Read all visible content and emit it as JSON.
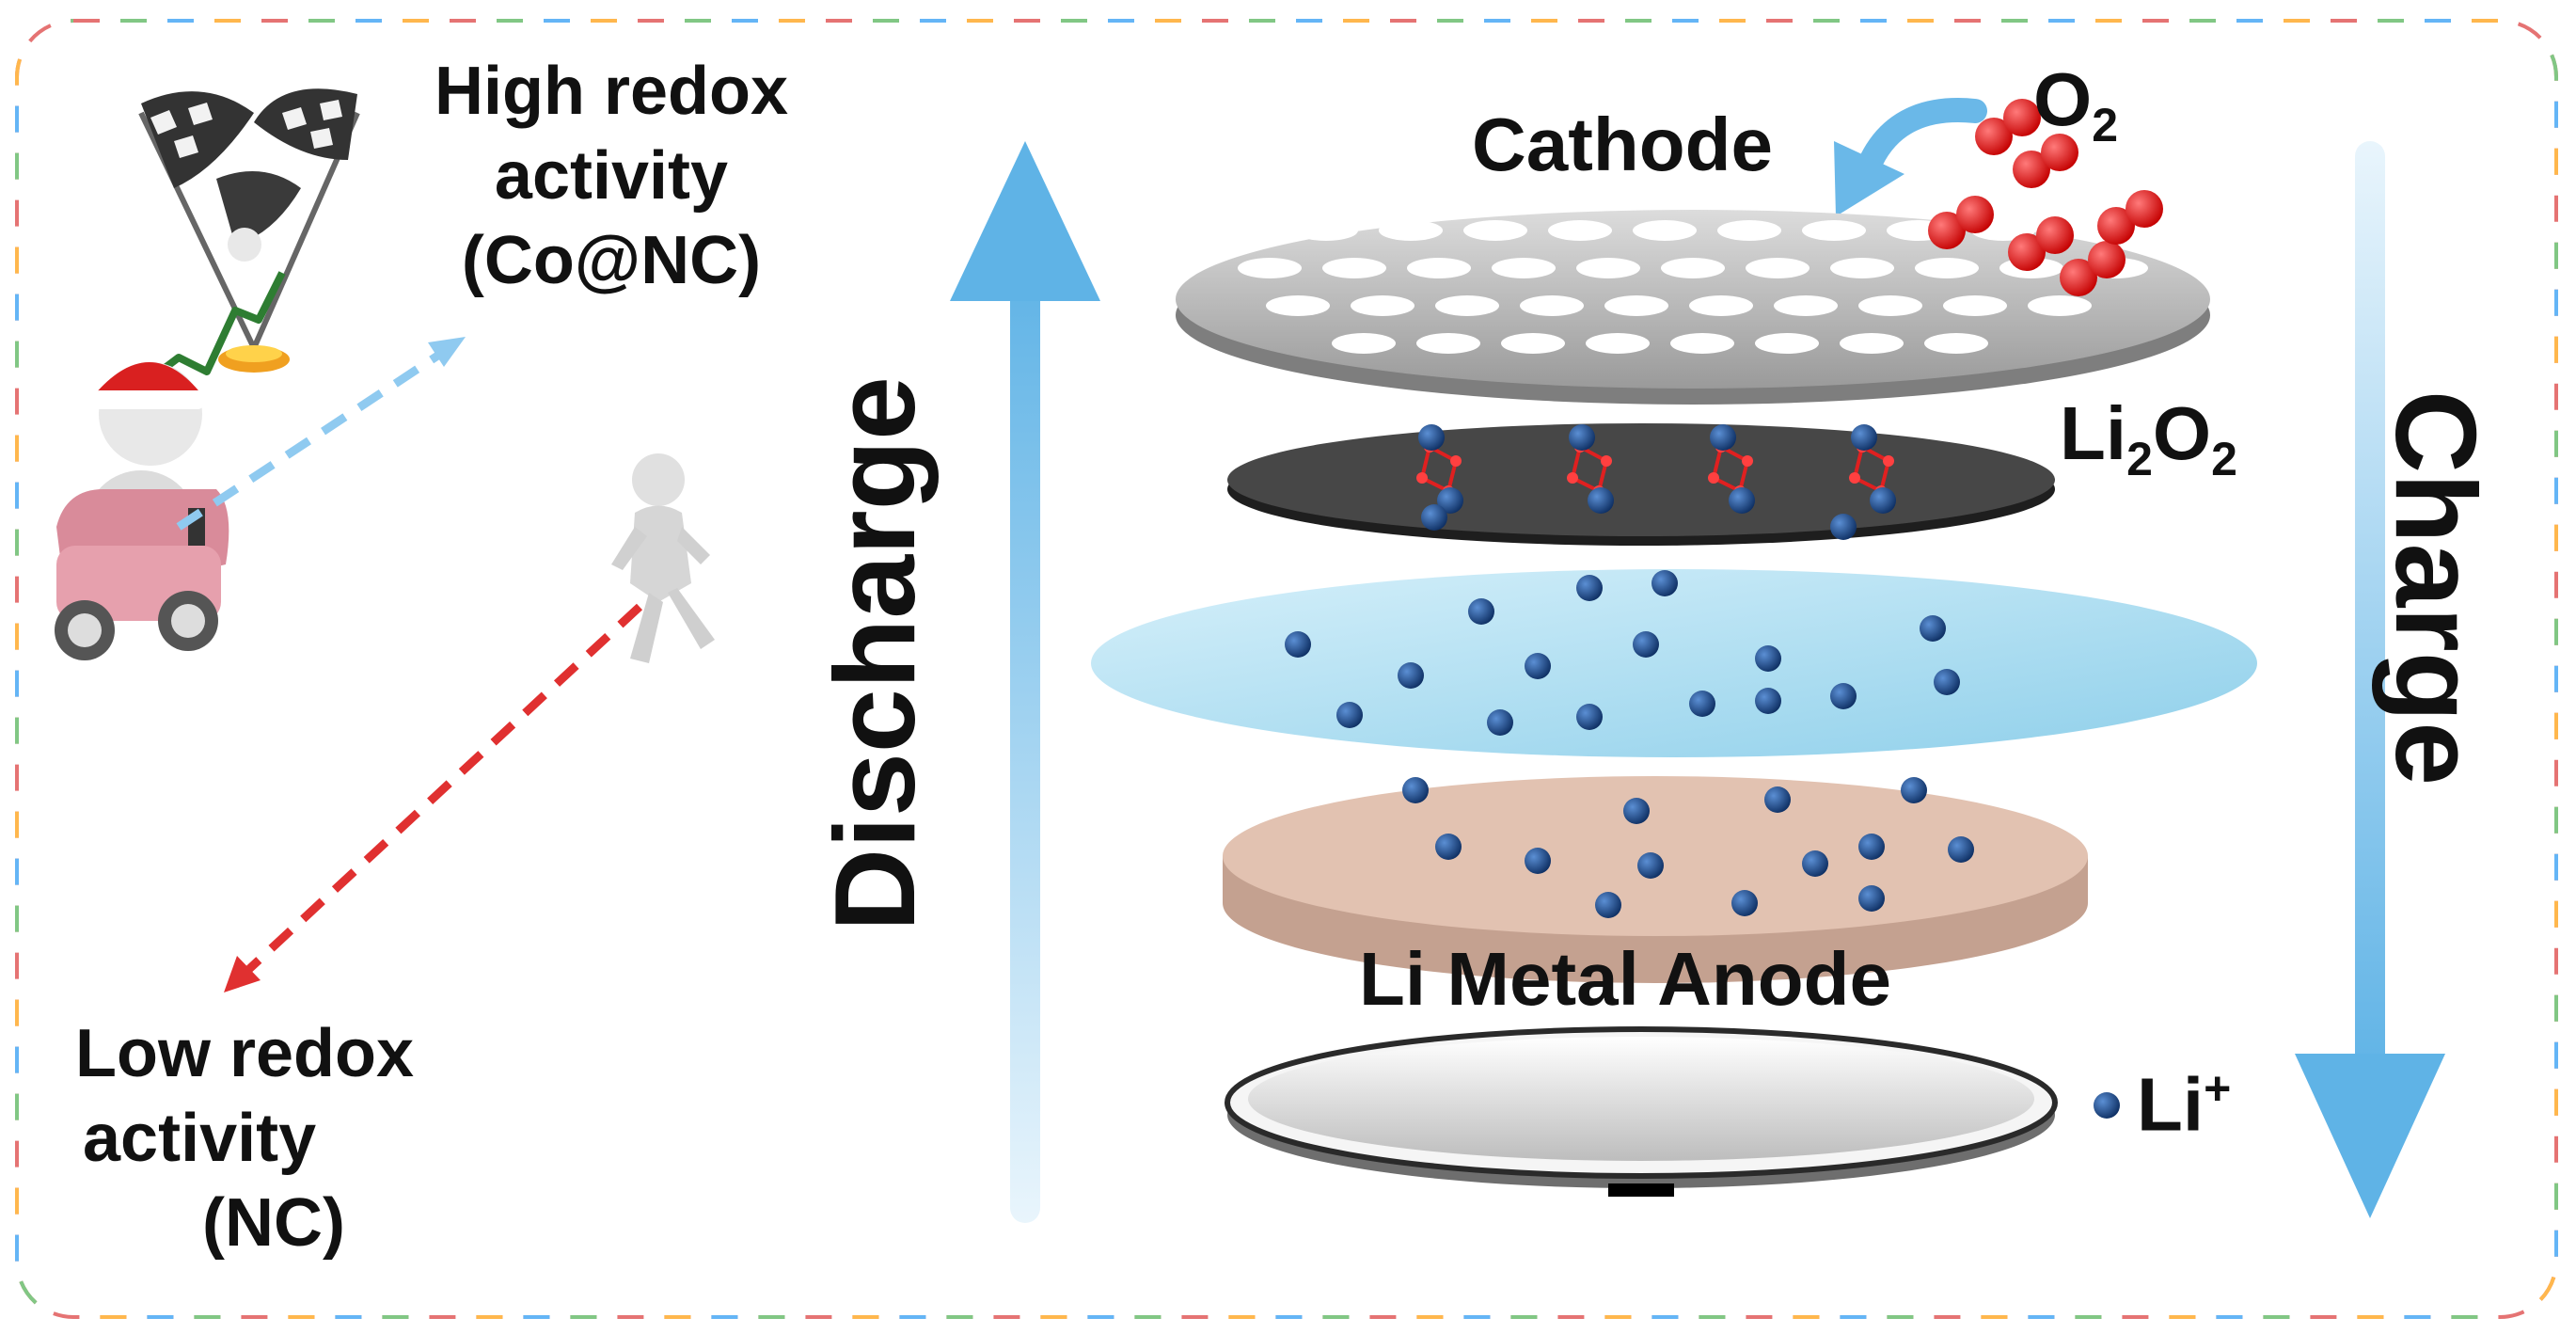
{
  "labels": {
    "high_redox": [
      "High redox",
      "activity",
      "(Co@NC)"
    ],
    "low_redox": [
      "Low redox",
      "activity",
      "(NC)"
    ],
    "discharge": "Discharge",
    "charge": "Charge",
    "cathode": "Cathode",
    "o2": {
      "base": "O",
      "sub": "2"
    },
    "li2o2": {
      "a": "Li",
      "sub1": "2",
      "b": "O",
      "sub2": "2"
    },
    "li_metal_anode": "Li Metal Anode",
    "li_ion": {
      "base": "Li",
      "sup": "+"
    }
  },
  "colors": {
    "arrow_blue": "#6ab8e8",
    "arrow_red": "#e03030",
    "li_ion": "#1d4e8f",
    "oxygen": "#e01e1e",
    "electrolyte": "#a9ddf1",
    "anode": "#e2c2b1",
    "cathode_plate": "#c8c8c8",
    "li2o2_layer": "#3a3a3a",
    "border_dashes": [
      "#e57373",
      "#81c784",
      "#64b5f6",
      "#ffb74d",
      "#ba68c8"
    ]
  }
}
